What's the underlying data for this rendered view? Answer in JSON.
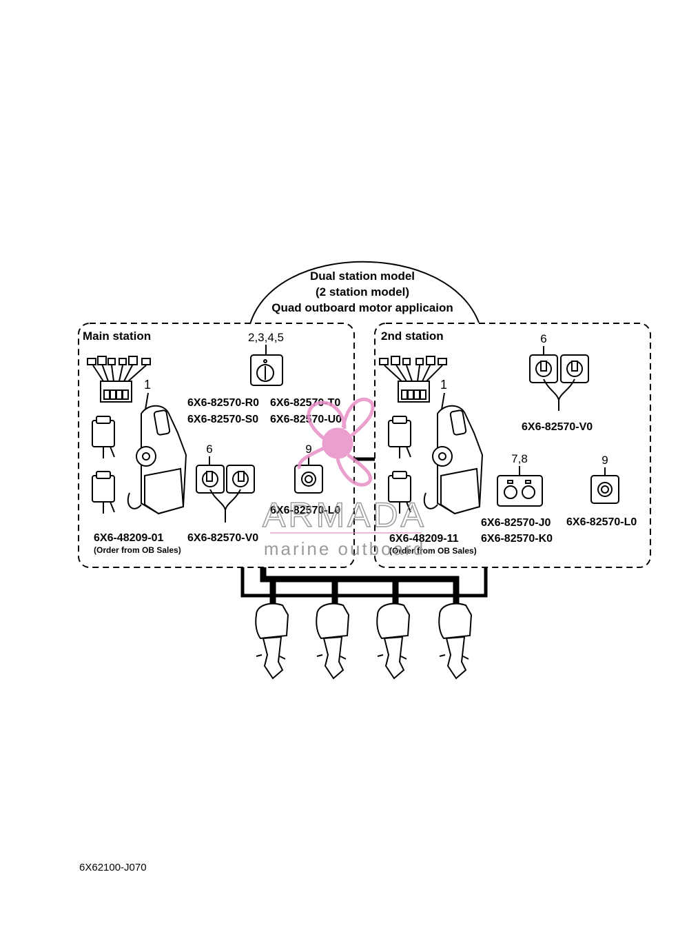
{
  "header": {
    "line1": "Dual station model",
    "line2": "(2 station model)",
    "line3": "Quad outboard motor applicaion"
  },
  "main_station": {
    "title": "Main station",
    "callout_remote": "1",
    "callout_switch": "2,3,4,5",
    "callout_key": "6",
    "callout_button": "9",
    "part_switch_1": "6X6-82570-R0",
    "part_switch_2": "6X6-82570-S0",
    "part_switch_3": "6X6-82570-T0",
    "part_switch_4": "6X6-82570-U0",
    "part_key": "6X6-82570-V0",
    "part_button": "6X6-82570-L0",
    "part_remote": "6X6-48209-01",
    "order_note": "(Order from OB Sales)"
  },
  "second_station": {
    "title": "2nd station",
    "callout_remote": "1",
    "callout_key": "6",
    "callout_double": "7,8",
    "callout_button": "9",
    "part_key": "6X6-82570-V0",
    "part_double_1": "6X6-82570-J0",
    "part_double_2": "6X6-82570-K0",
    "part_button": "6X6-82570-L0",
    "part_remote": "6X6-48209-11",
    "order_note": "(Order from OB Sales)"
  },
  "footer": {
    "drawing_code": "6X62100-J070"
  },
  "watermark": {
    "brand": "ARMADA",
    "tagline": "marine outboard",
    "color": "#e88fc6"
  },
  "icons": [
    "junction-box-icon",
    "remote-control-icon",
    "switch-panel-icon",
    "key-switch-icon",
    "push-button-icon",
    "double-switch-icon",
    "outboard-motor-icon",
    "propeller-logo-icon"
  ]
}
